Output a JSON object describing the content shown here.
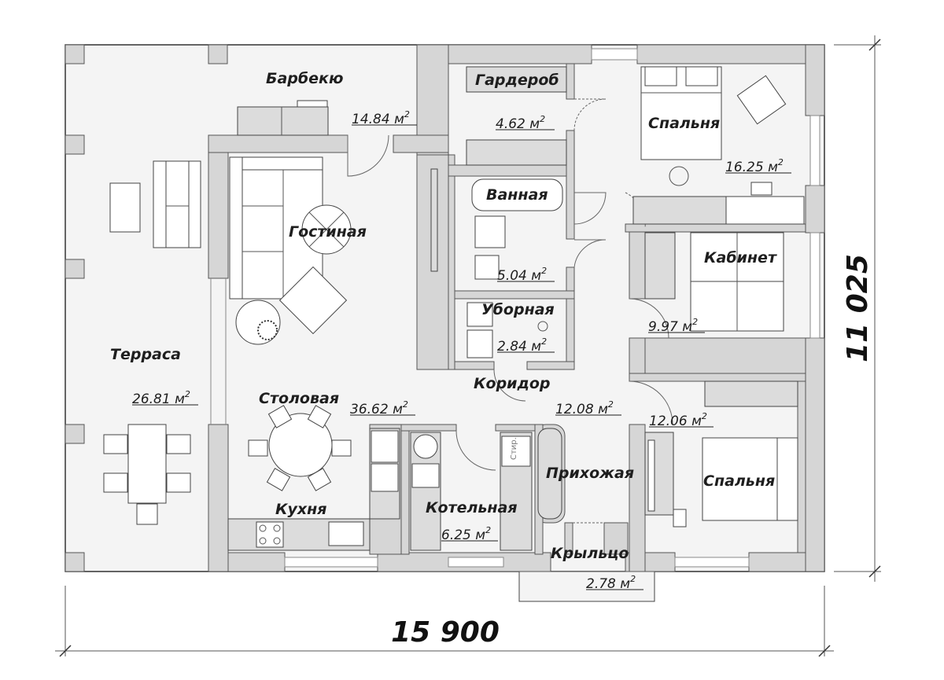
{
  "plan": {
    "dimensions": {
      "width": "15 900",
      "height": "11 025"
    },
    "rooms": [
      {
        "id": "barbecue",
        "name": "Барбекю",
        "area": "14.84"
      },
      {
        "id": "wardrobe",
        "name": "Гардероб",
        "area": "4.62"
      },
      {
        "id": "bedroom1",
        "name": "Спальня",
        "area": "16.25"
      },
      {
        "id": "bathroom",
        "name": "Ванная",
        "area": "5.04"
      },
      {
        "id": "living",
        "name": "Гостиная",
        "area": ""
      },
      {
        "id": "study",
        "name": "Кабинет",
        "area": "9.97"
      },
      {
        "id": "toilet",
        "name": "Уборная",
        "area": "2.84"
      },
      {
        "id": "terrace",
        "name": "Терраса",
        "area": "26.81"
      },
      {
        "id": "corridor",
        "name": "Коридор",
        "area": "12.08"
      },
      {
        "id": "dining",
        "name": "Столовая",
        "area": "36.62"
      },
      {
        "id": "bedroom2",
        "name": "Спальня",
        "area": "12.06"
      },
      {
        "id": "hall",
        "name": "Прихожая",
        "area": ""
      },
      {
        "id": "kitchen",
        "name": "Кухня",
        "area": ""
      },
      {
        "id": "boiler",
        "name": "Котельная",
        "area": "6.25"
      },
      {
        "id": "porch",
        "name": "Крыльцо",
        "area": "2.78"
      }
    ],
    "unit_base": "м",
    "unit_exp": "2",
    "appliance_label": "Стир."
  }
}
